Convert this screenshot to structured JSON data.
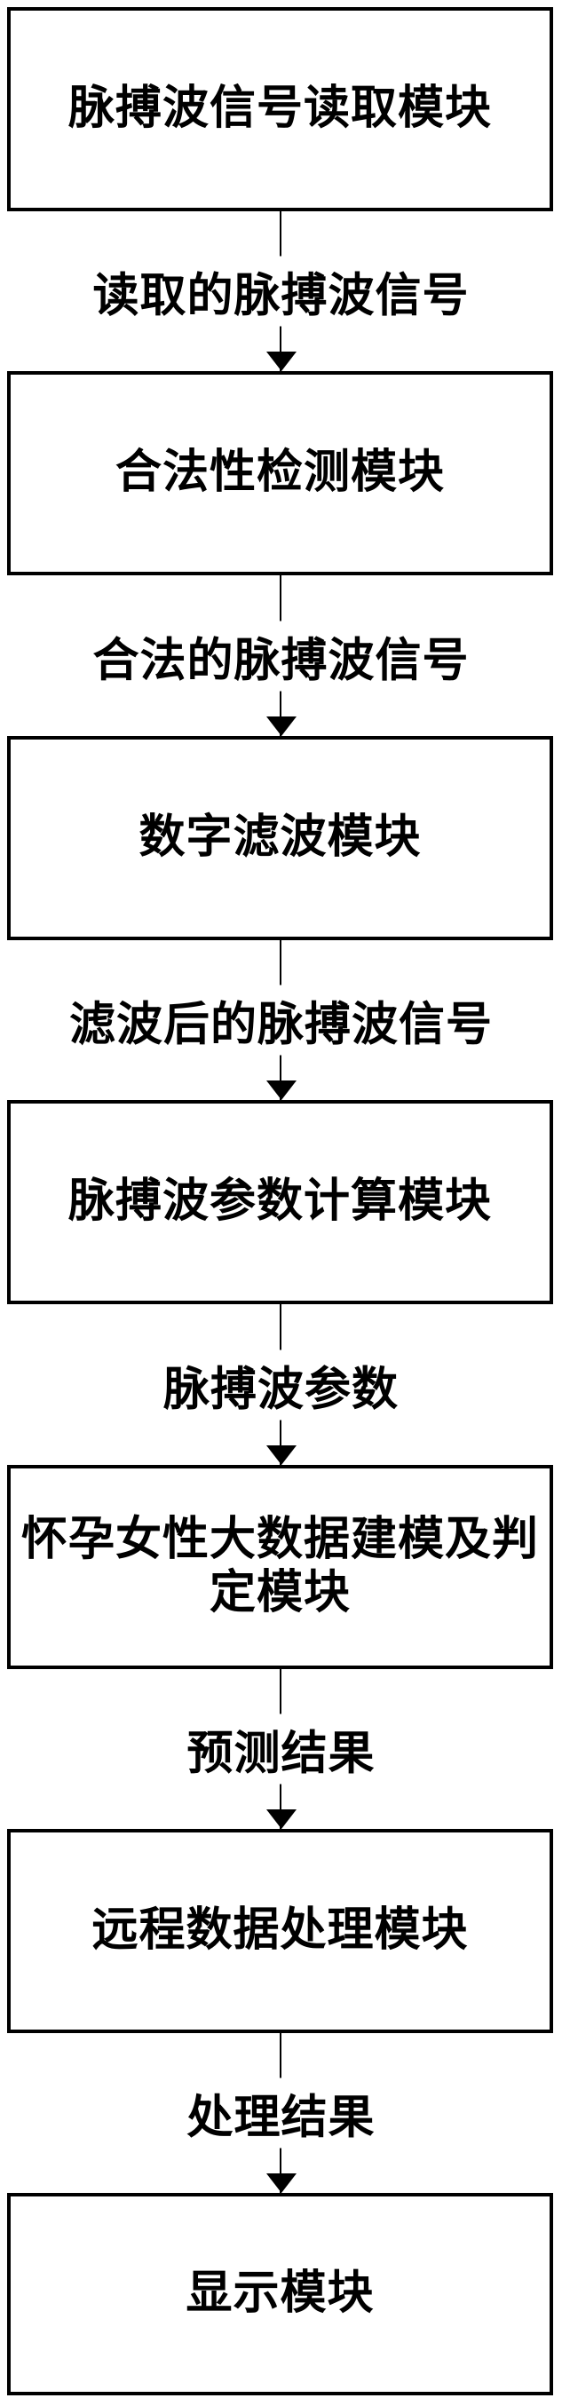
{
  "diagram": {
    "type": "flowchart",
    "direction": "top-down",
    "background_color": "#ffffff",
    "line_color": "#000000",
    "nodes": [
      {
        "label": "脉搏波信号读取模块"
      },
      {
        "label": "合法性检测模块"
      },
      {
        "label": "数字滤波模块"
      },
      {
        "label": "脉搏波参数计算模块"
      },
      {
        "label": "怀孕女性大数据建模及判\n定模块"
      },
      {
        "label": "远程数据处理模块"
      },
      {
        "label": "显示模块"
      }
    ],
    "edges": [
      {
        "label": "读取的脉搏波信号"
      },
      {
        "label": "合法的脉搏波信号"
      },
      {
        "label": "滤波后的脉搏波信号"
      },
      {
        "label": "脉搏波参数"
      },
      {
        "label": "预测结果"
      },
      {
        "label": "处理结果"
      }
    ]
  }
}
